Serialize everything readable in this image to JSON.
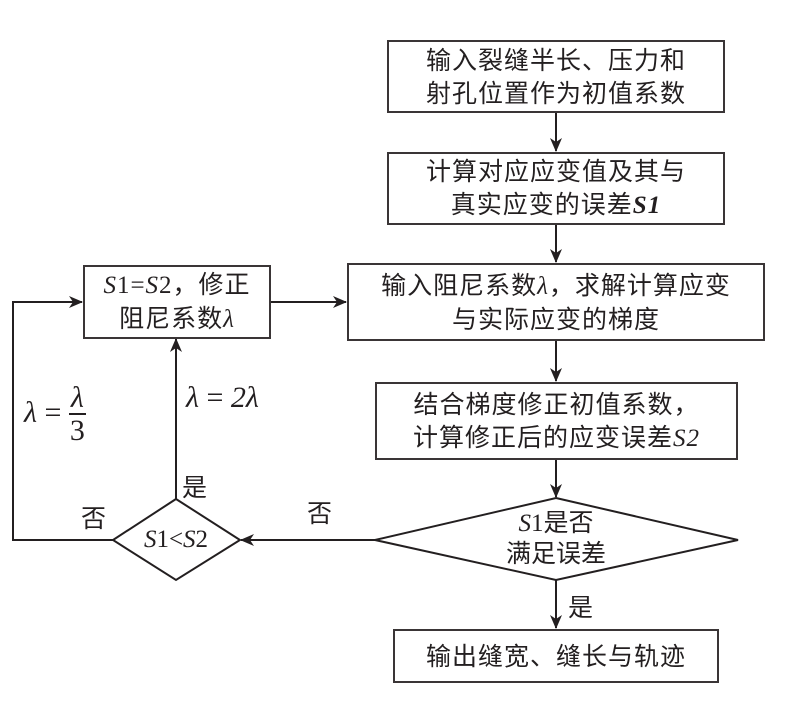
{
  "boxes": {
    "input_init": {
      "line1": "输入裂缝半长、压力和",
      "line2": "射孔位置作为初值系数"
    },
    "calc_strain": {
      "line1": "计算对应应变值及其与",
      "line2_pre": "真实应变的误差",
      "line2_var": "S1"
    },
    "input_damping": {
      "line1_pre": "输入阻尼系数",
      "line1_var": "λ",
      "line1_post": "，求解计算应变",
      "line2": "与实际应变的梯度"
    },
    "correct_init": {
      "line1": "结合梯度修正初值系数，",
      "line2_pre": "计算修正后的应变误差",
      "line2_var": "S2"
    },
    "output": {
      "text": "输出缝宽、缝长与轨迹"
    },
    "update_damping": {
      "line1_var1": "S",
      "line1_n1": "1=",
      "line1_var2": "S",
      "line1_n2": "2",
      "line1_post": "，修正",
      "line2_pre": "阻尼系数",
      "line2_var": "λ"
    }
  },
  "decisions": {
    "error_check": {
      "line1_var": "S",
      "line1_n": "1",
      "line1_post": "是否",
      "line2": "满足误差"
    },
    "compare": {
      "var1": "S",
      "n1": "1<",
      "var2": "S",
      "n2": "2"
    }
  },
  "edge_labels": {
    "error_no": "否",
    "error_yes": "是",
    "compare_yes": "是",
    "compare_no": "否"
  },
  "formulas": {
    "double": {
      "lhs": "λ",
      "eq": " = ",
      "rhs": "2λ"
    },
    "third": {
      "lhs": "λ",
      "eq": " = ",
      "num": "λ",
      "den": "3"
    }
  },
  "colors": {
    "stroke": "#3a3536",
    "text": "#231f20"
  }
}
